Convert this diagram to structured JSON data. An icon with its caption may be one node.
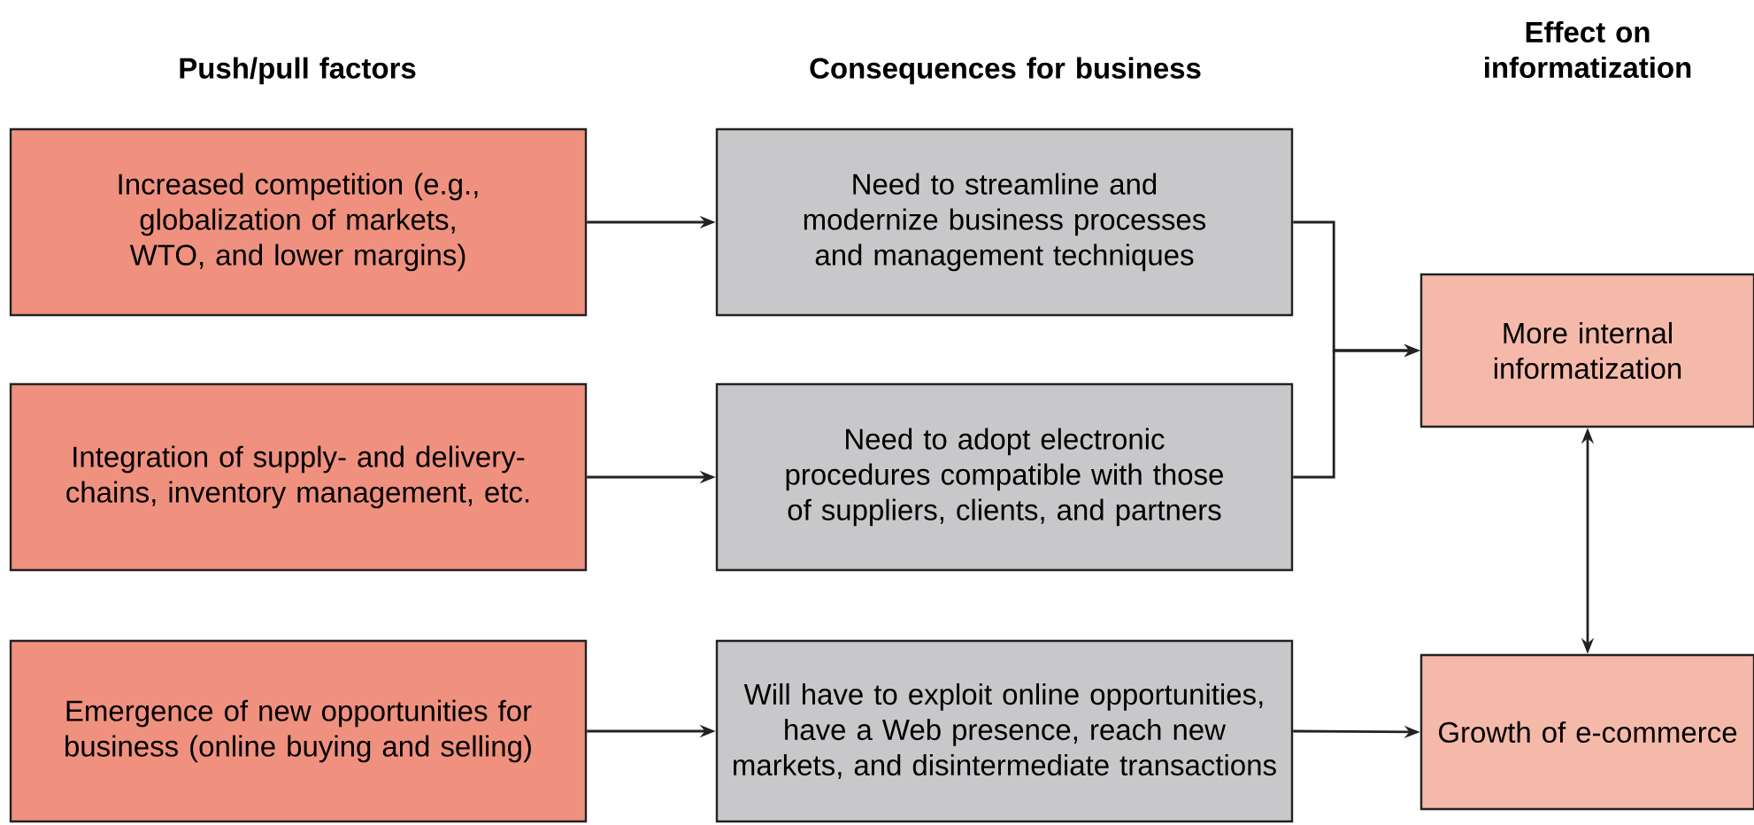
{
  "diagram": {
    "nodes": [
      {
        "text": [
          "Increased competition (e.g., globalization of markets, WTO, and lower margins)"
        ]
      },
      {
        "text": [
          "Integration of supply- and delivery-chains, inventory management, etc."
        ]
      },
      {
        "text": [
          "Emergence of new opportunities for business (online buying and selling)"
        ]
      },
      {
        "text": [
          "Need to streamline and modernize business processes and management techniques"
        ]
      },
      {
        "text": [
          "Need to adopt electronic procedures compatible with those of suppliers, clients, and partners"
        ]
      },
      {
        "text": [
          "Will have to exploit online opportunities, have a Web presence, reach new markets, and disintermediate transactions"
        ]
      },
      {
        "text": [
          "More internal informatization"
        ]
      },
      {
        "text": [
          "Growth of e-commerce"
        ]
      }
    ],
    "edges": [
      {
        "from": 0,
        "to": 3,
        "arrow": "to"
      },
      {
        "from": 1,
        "to": 4,
        "arrow": "to"
      },
      {
        "from": 2,
        "to": 5,
        "arrow": "to"
      },
      {
        "from": 3,
        "to": 6,
        "arrow": "to"
      },
      {
        "from": 4,
        "to": 6,
        "arrow": "to"
      },
      {
        "from": 5,
        "to": 7,
        "arrow": "to"
      },
      {
        "from": 6,
        "to": 7,
        "arrow": "both"
      }
    ],
    "labels": [
      "Effect on informatization",
      "Push/pull factors",
      "Consequences for business"
    ]
  }
}
